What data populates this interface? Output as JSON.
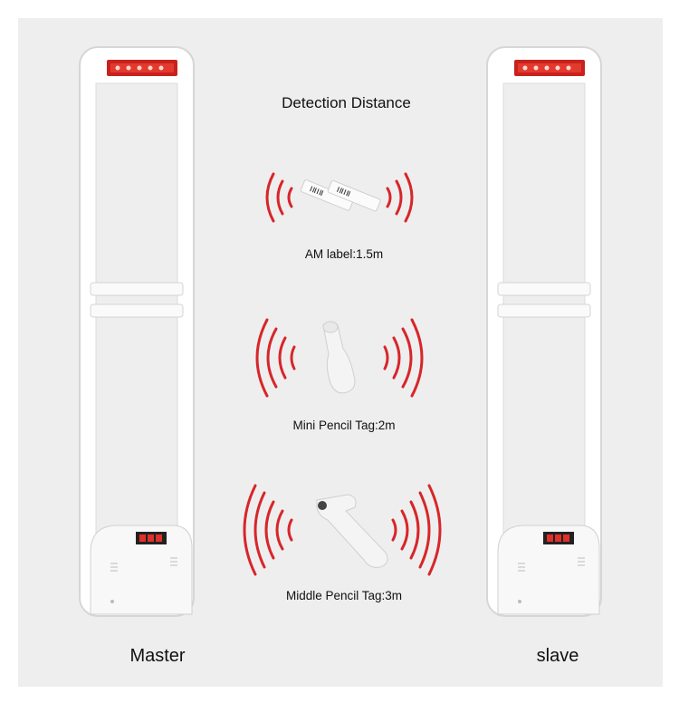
{
  "title": "Detection Distance",
  "tags": [
    {
      "label": "AM label:1.5m"
    },
    {
      "label": "Mini Pencil Tag:2m"
    },
    {
      "label": "Middle Pencil Tag:3m"
    }
  ],
  "gates": [
    {
      "label": "Master"
    },
    {
      "label": "slave"
    }
  ],
  "colors": {
    "signal": "#d7262a",
    "alarm_bar": "#c8221e",
    "frame": "#f7f7f7",
    "background": "#eeeeee"
  }
}
